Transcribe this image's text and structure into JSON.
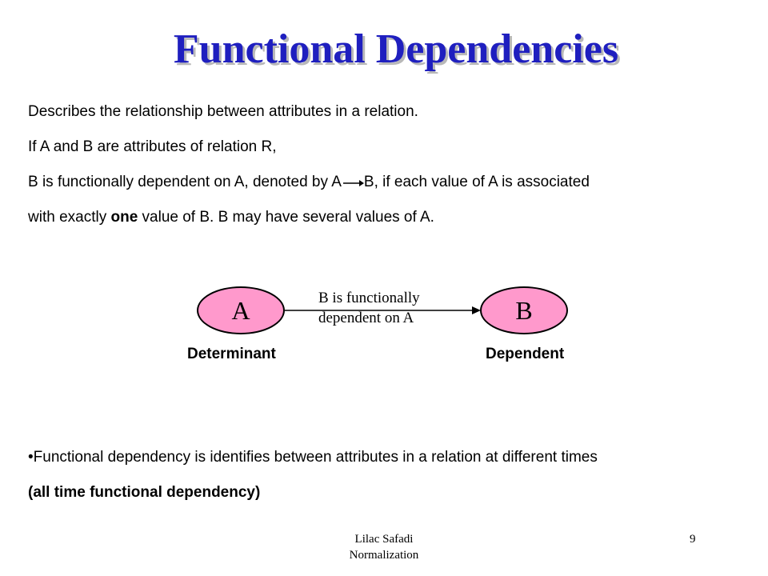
{
  "slide": {
    "title": "Functional Dependencies",
    "lines": {
      "describes": "Describes the relationship between attributes in a relation.",
      "if_a_b": "If A and B are attributes of relation R,",
      "dependent_pre": "B is functionally dependent on A, denoted by  A",
      "dependent_post": "B, if each value of A is associated",
      "exactly_pre": "with exactly ",
      "exactly_bold": "one",
      "exactly_post": " value of B. B may have several values of A.",
      "bullet_text": "•Functional dependency is identifies between attributes in a relation at different times",
      "bullet_bold": "(all time functional dependency)"
    },
    "diagram": {
      "node_a": "A",
      "node_b": "B",
      "edge_label_1": "B is functionally",
      "edge_label_2": "dependent on A",
      "caption_a": "Determinant",
      "caption_b": "Dependent",
      "node_color": "#ff99cc"
    },
    "footer": {
      "author": "Lilac Safadi",
      "topic": "Normalization",
      "page": "9"
    },
    "colors": {
      "title": "#1f1fbf",
      "title_shadow": "#b8b8b8"
    }
  }
}
